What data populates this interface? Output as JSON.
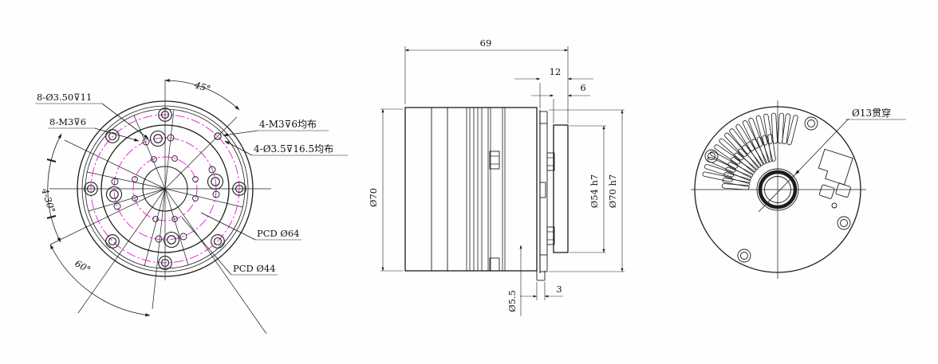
{
  "drawing": {
    "type": "mechanical-three-view",
    "front_view": {
      "label_8_c350": "8-Ø3.50⊽11",
      "label_8_m3": "8-M3⊽6",
      "label_4_m3": "4-M3⊽6均布",
      "label_4_c35": "4-Ø3.5⊽16.5均布",
      "angle_top_45": "45°",
      "angle_left_4x30": "4-30°",
      "angle_bottom_60": "60°",
      "pcd_outer": "PCD Ø64",
      "pcd_inner": "PCD Ø44"
    },
    "side_view": {
      "dim_length_69": "69",
      "dim_12": "12",
      "dim_6": "6",
      "dia_body": "Ø70",
      "dia_pilot": "Ø54 h7",
      "dia_flange": "Ø70 h7",
      "dia_hole_55": "Ø5.5",
      "dim_3": "3"
    },
    "back_view": {
      "label_through_hole": "Ø13贯穿"
    },
    "colors": {
      "line": "#1c1c1c",
      "centerline_magenta": "#e816d8",
      "background": "#fefefe"
    }
  }
}
